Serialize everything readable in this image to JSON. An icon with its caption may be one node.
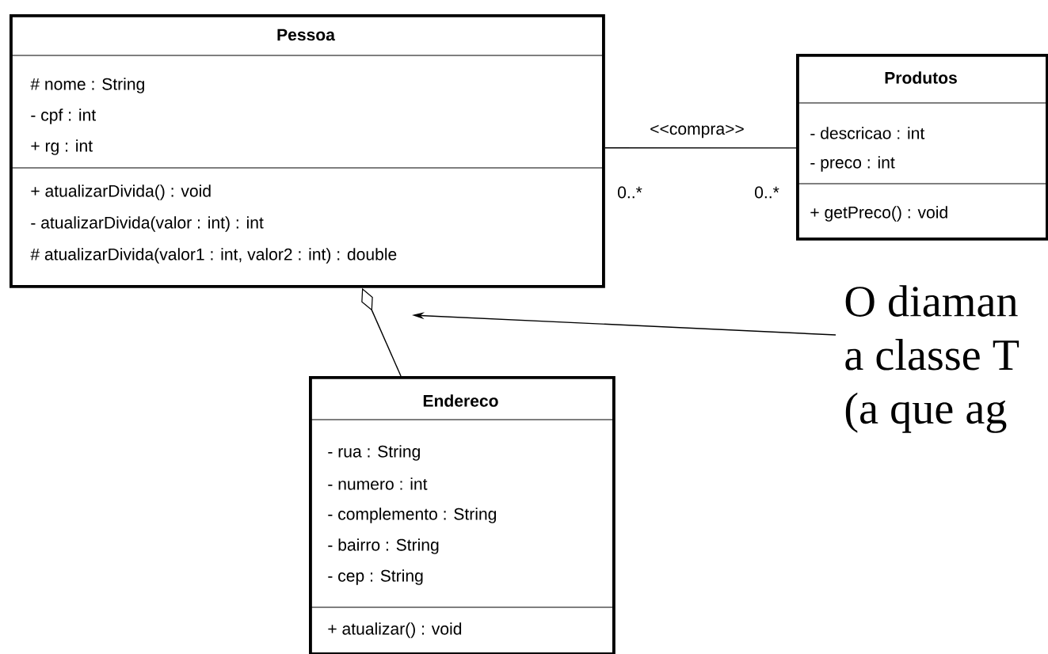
{
  "diagram": {
    "nodes": [
      {
        "text": [
          "Pessoa",
          "# nome : String",
          "- cpf : int",
          "+ rg : int",
          "+ atualizarDivida() : void",
          "- atualizarDivida(valor : int) : int",
          "# atualizarDivida(valor1 : int, valor2 : int) : double"
        ]
      },
      {
        "text": [
          "Produtos",
          "- descricao : int",
          "- preco : int",
          "+ getPreco() : void"
        ]
      },
      {
        "text": [
          "Endereco",
          "- rua : String",
          "- numero : int",
          "- complemento : String",
          "- bairro : String",
          "- cep : String",
          "+ atualizar() : void"
        ]
      },
      {
        "text": [
          "O diaman",
          "a classe T",
          "(a que ag"
        ]
      }
    ],
    "edges": [
      {
        "from": 0,
        "to": 1,
        "arrow": "none",
        "label": "<<compra>>"
      },
      {
        "from": 2,
        "to": 0,
        "arrow": "other"
      },
      {
        "from": 3,
        "to": null,
        "arrow": "to"
      }
    ],
    "labels": [
      "0..*",
      "0..*"
    ]
  }
}
